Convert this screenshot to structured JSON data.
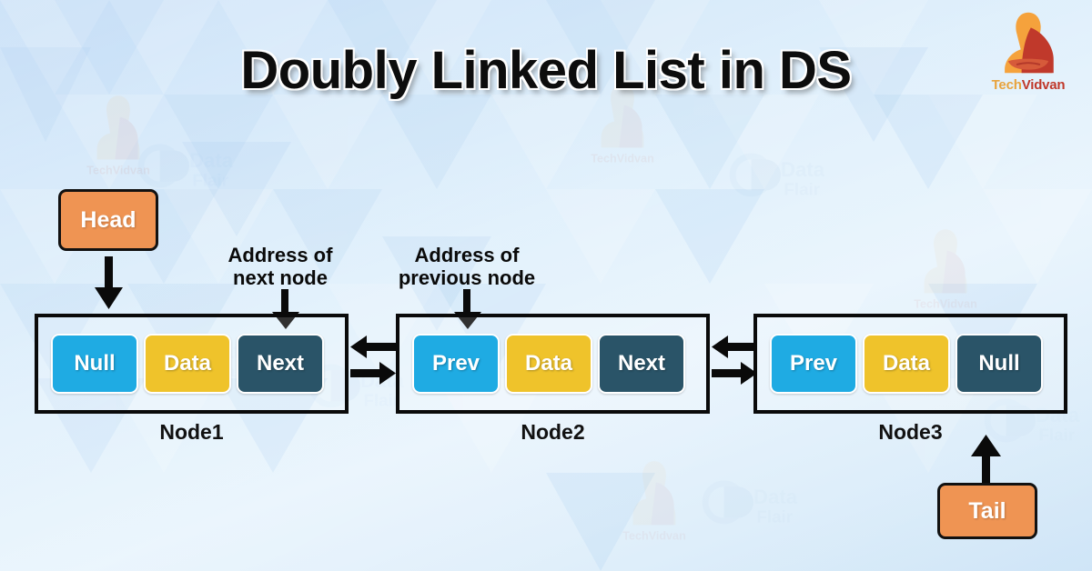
{
  "page": {
    "title": "Doubly Linked List in DS",
    "background_start": "#b9d7f5",
    "background_end": "#e8f4fd"
  },
  "brand": {
    "name": "TechVidvan",
    "part_one": "Tech",
    "part_two": "Vidvan",
    "icon": "meditating-figure-logo",
    "color_one": "#e8a33d",
    "color_two": "#c0392b"
  },
  "watermarks": [
    {
      "label": "TechVidvan",
      "type": "techvidvan-watermark"
    },
    {
      "label": "Data Flair",
      "type": "dataflair-watermark"
    }
  ],
  "colors": {
    "prev_cell": "#1fabe3",
    "data_cell": "#efc32b",
    "next_cell": "#2a5468",
    "endpoint": "#ef9453",
    "frame": "#0a0a0a",
    "text_light": "#ffffff"
  },
  "endpoints": {
    "head": {
      "label": "Head"
    },
    "tail": {
      "label": "Tail"
    }
  },
  "callouts": {
    "next_address": {
      "text": "Address of\nnext node"
    },
    "prev_address": {
      "text": "Address of\nprevious node"
    }
  },
  "diagram": {
    "type": "doubly-linked-list",
    "nodes": [
      {
        "caption": "Node1",
        "cells": [
          {
            "label": "Null",
            "role": "prev",
            "color": "#1fabe3"
          },
          {
            "label": "Data",
            "role": "data",
            "color": "#efc32b"
          },
          {
            "label": "Next",
            "role": "next",
            "color": "#2a5468"
          }
        ]
      },
      {
        "caption": "Node2",
        "cells": [
          {
            "label": "Prev",
            "role": "prev",
            "color": "#1fabe3"
          },
          {
            "label": "Data",
            "role": "data",
            "color": "#efc32b"
          },
          {
            "label": "Next",
            "role": "next",
            "color": "#2a5468"
          }
        ]
      },
      {
        "caption": "Node3",
        "cells": [
          {
            "label": "Prev",
            "role": "prev",
            "color": "#1fabe3"
          },
          {
            "label": "Data",
            "role": "data",
            "color": "#efc32b"
          },
          {
            "label": "Null",
            "role": "next",
            "color": "#2a5468"
          }
        ]
      }
    ],
    "links": [
      {
        "between": "Node1-Node2",
        "style": "bidirectional"
      },
      {
        "between": "Node2-Node3",
        "style": "bidirectional"
      }
    ]
  }
}
